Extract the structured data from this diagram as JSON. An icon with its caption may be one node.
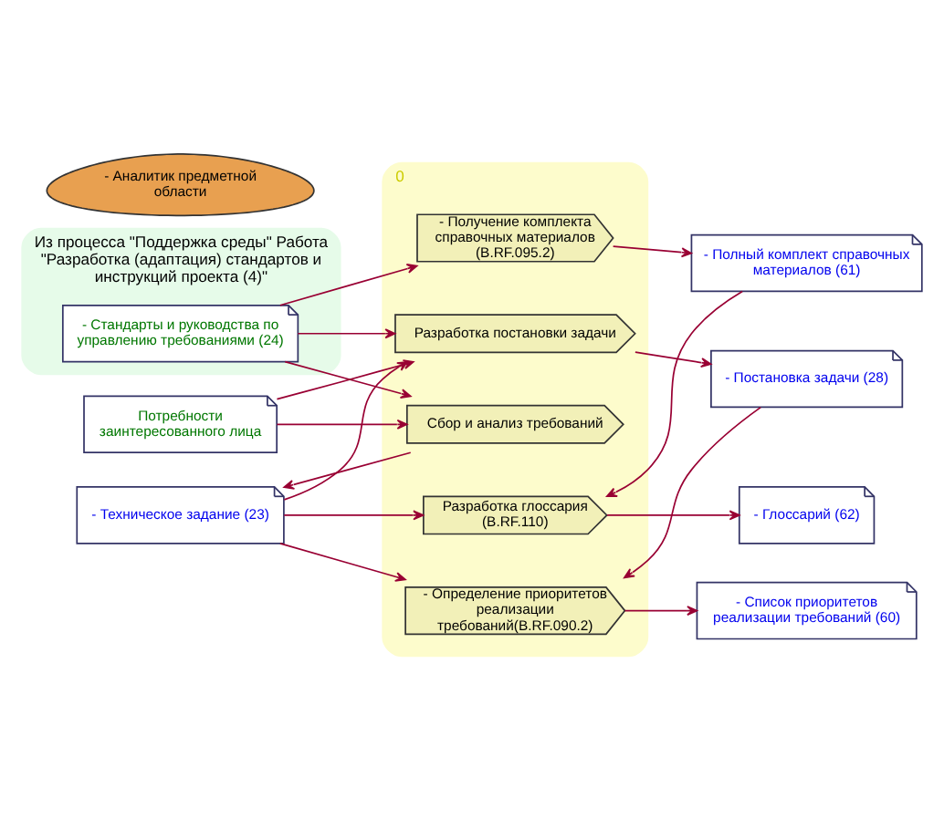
{
  "diagram": {
    "nodes": [
      {
        "text": [
          "Из процесса \"Поддержка среды\" Работа \"Разработка (адаптация) стандартов и инструкций проекта (4)\""
        ]
      },
      {
        "text": [
          "- Стандарты и руководства по управлению требованиями (24)"
        ],
        "in": 0
      },
      {
        "text": [
          "Потребности заинтересованного лица"
        ]
      },
      {
        "text": [
          "- Аналитик предметной области"
        ]
      },
      {
        "text": [
          "0"
        ]
      },
      {
        "text": [
          "Сбор и анализ требований"
        ],
        "in": 4
      },
      {
        "text": [
          "- Получение комплекта справочных материалов (B.RF.095.2)"
        ],
        "in": 4
      },
      {
        "text": [
          "Разработка постановки задачи"
        ],
        "in": 4
      },
      {
        "text": [
          "- Определение приоритетов реализации требований(B.RF.090.2)"
        ],
        "in": 4
      },
      {
        "text": [
          "Разработка глоссария (B.RF.110)"
        ],
        "in": 4
      },
      {
        "text": [
          "- Полный комплект справочных материалов (61)"
        ]
      },
      {
        "text": [
          "- Постановка задачи (28)"
        ]
      },
      {
        "text": [
          "- Техническое задание (23)"
        ]
      },
      {
        "text": [
          "- Список приоритетов реализации требований (60)"
        ]
      },
      {
        "text": [
          "- Глоссарий (62)"
        ]
      }
    ],
    "edges": [
      {
        "from": 2,
        "to": 5,
        "arrow": "to"
      },
      {
        "from": 2,
        "to": 7,
        "arrow": "to"
      },
      {
        "from": 1,
        "to": 5,
        "arrow": "to"
      },
      {
        "from": 1,
        "to": 7,
        "arrow": "to"
      },
      {
        "from": 1,
        "to": 6,
        "arrow": "to"
      },
      {
        "from": 6,
        "to": 10,
        "arrow": "to"
      },
      {
        "from": 5,
        "to": 12,
        "arrow": "to"
      },
      {
        "from": 12,
        "to": 7,
        "arrow": "to"
      },
      {
        "from": 7,
        "to": 11,
        "arrow": "to"
      },
      {
        "from": 12,
        "to": 8,
        "arrow": "to"
      },
      {
        "from": 11,
        "to": 8,
        "arrow": "to"
      },
      {
        "from": 8,
        "to": 13,
        "arrow": "to"
      },
      {
        "from": 12,
        "to": 9,
        "arrow": "to"
      },
      {
        "from": 10,
        "to": 9,
        "arrow": "to"
      },
      {
        "from": 9,
        "to": 14,
        "arrow": "to"
      }
    ]
  }
}
